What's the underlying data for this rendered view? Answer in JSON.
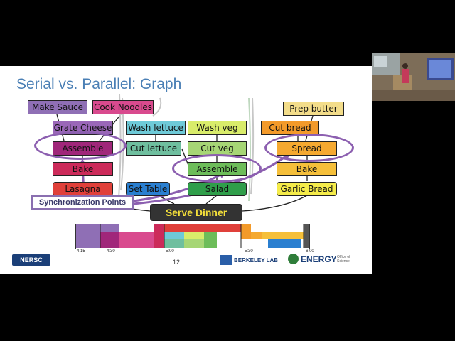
{
  "slide": {
    "title": "Serial vs. Parallel: Graph",
    "page_number": "12",
    "sync_label": "Synchronization Points",
    "serve": "Serve Dinner",
    "tasks": {
      "make_sauce": "Make Sauce",
      "cook_noodles": "Cook Noodles",
      "grate_cheese": "Grate Cheese",
      "assemble_lasagna": "Assemble",
      "bake_lasagna": "Bake",
      "lasagna": "Lasagna",
      "wash_lettuce": "Wash lettuce",
      "cut_lettuce": "Cut lettuce",
      "set_table": "Set Table",
      "wash_veg": "Wash veg",
      "cut_veg": "Cut veg",
      "assemble_salad": "Assemble",
      "salad": "Salad",
      "prep_butter": "Prep butter",
      "cut_bread": "Cut bread",
      "spread": "Spread",
      "bake_bread": "Bake",
      "garlic_bread": "Garlic Bread"
    },
    "timeline_ticks": [
      "4:15",
      "4:30",
      "5:00",
      "5:30",
      "6:00"
    ]
  },
  "logos": {
    "nersc": "NERSC",
    "berkeley": "BERKELEY LAB",
    "energy": "ENERGY",
    "office": "Office of Science"
  },
  "colors": {
    "title": "#4a7fb5",
    "purple": "#8c5fb0",
    "magenta": "#d6418a",
    "cyan": "#6ecad8",
    "green": "#6dbd5a",
    "yellow": "#f5ec4a",
    "orange": "#f39a2a",
    "red": "#e0403a",
    "crimson": "#c8234e"
  }
}
